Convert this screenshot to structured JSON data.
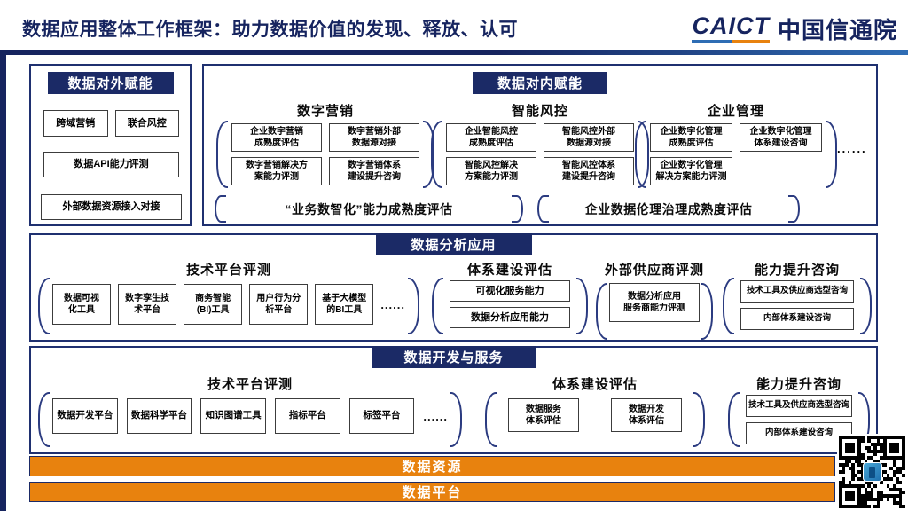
{
  "header": {
    "title": "数据应用整体工作框架：助力数据价值的发现、释放、认可",
    "logo_caict": "CAICT",
    "logo_cn": "中国信通院"
  },
  "external": {
    "title": "数据对外赋能",
    "pair": [
      "跨域营销",
      "联合风控"
    ],
    "wide1": "数据API能力评测",
    "wide2": "外部数据资源接入对接"
  },
  "internal": {
    "title": "数据对内赋能",
    "groups": [
      {
        "title": "数字营销",
        "boxes": [
          "企业数字营销\n成熟度评估",
          "数字营销外部\n数据源对接",
          "数字营销解决方\n案能力评测",
          "数字营销体系\n建设提升咨询"
        ]
      },
      {
        "title": "智能风控",
        "boxes": [
          "企业智能风控\n成熟度评估",
          "智能风控外部\n数据源对接",
          "智能风控解决\n方案能力评测",
          "智能风控体系\n建设提升咨询"
        ]
      },
      {
        "title": "企业管理",
        "boxes": [
          "企业数字化管理\n成熟度评估",
          "企业数字化管理\n体系建设咨询",
          "企业数字化管理\n解决方案能力评测"
        ]
      }
    ],
    "ellipsis": "......",
    "bottom1": "“业务数智化”能力成熟度评估",
    "bottom2": "企业数据伦理治理成熟度评估"
  },
  "analysis": {
    "title": "数据分析应用",
    "tech": {
      "title": "技术平台评测",
      "boxes": [
        "数据可视\n化工具",
        "数字孪生技\n术平台",
        "商务智能\n(BI)工具",
        "用户行为分\n析平台",
        "基于大模型\n的BI工具"
      ],
      "ellipsis": "......"
    },
    "system": {
      "title": "体系建设评估",
      "boxes": [
        "可视化服务能力",
        "数据分析应用能力"
      ]
    },
    "vendor": {
      "title": "外部供应商评测",
      "boxes": [
        "数据分析应用\n服务商能力评测"
      ]
    },
    "consult": {
      "title": "能力提升咨询",
      "boxes": [
        "技术工具及供应商选型咨询",
        "内部体系建设咨询"
      ]
    }
  },
  "development": {
    "title": "数据开发与服务",
    "tech": {
      "title": "技术平台评测",
      "boxes": [
        "数据开发平台",
        "数据科学平台",
        "知识图谱工具",
        "指标平台",
        "标签平台"
      ],
      "ellipsis": "......"
    },
    "system": {
      "title": "体系建设评估",
      "boxes": [
        "数据服务\n体系评估",
        "数据开发\n体系评估"
      ]
    },
    "consult": {
      "title": "能力提升咨询",
      "boxes": [
        "技术工具及供应商选型咨询",
        "内部体系建设咨询"
      ]
    }
  },
  "bars": {
    "resource": "数据资源",
    "platform": "数据平台"
  },
  "colors": {
    "navy": "#1b2a66",
    "orange": "#e8820e",
    "bracket_blue": "#2b3b80"
  }
}
